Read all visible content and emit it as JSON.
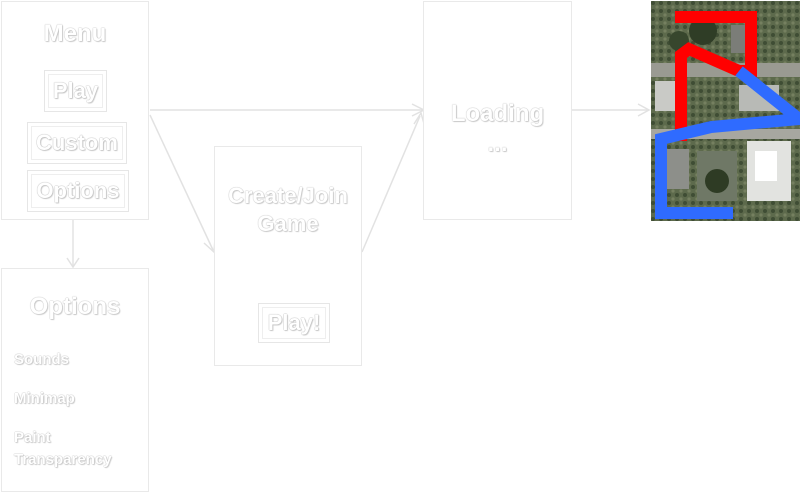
{
  "menu": {
    "title": "Menu",
    "play_label": "Play",
    "custom_label": "Custom",
    "options_label": "Options"
  },
  "options_panel": {
    "title": "Options",
    "items": [
      "Sounds",
      "Minimap",
      "Paint",
      "Transparency"
    ]
  },
  "create_join": {
    "title_line1": "Create/Join",
    "title_line2": "Game",
    "play_label": "Play!"
  },
  "loading": {
    "title": "Loading",
    "ellipsis": "..."
  },
  "map_preview": {
    "image": "aerial-map-with-paths",
    "colors": {
      "red_path": "#ff0000",
      "blue_path": "#2f6bff"
    }
  }
}
